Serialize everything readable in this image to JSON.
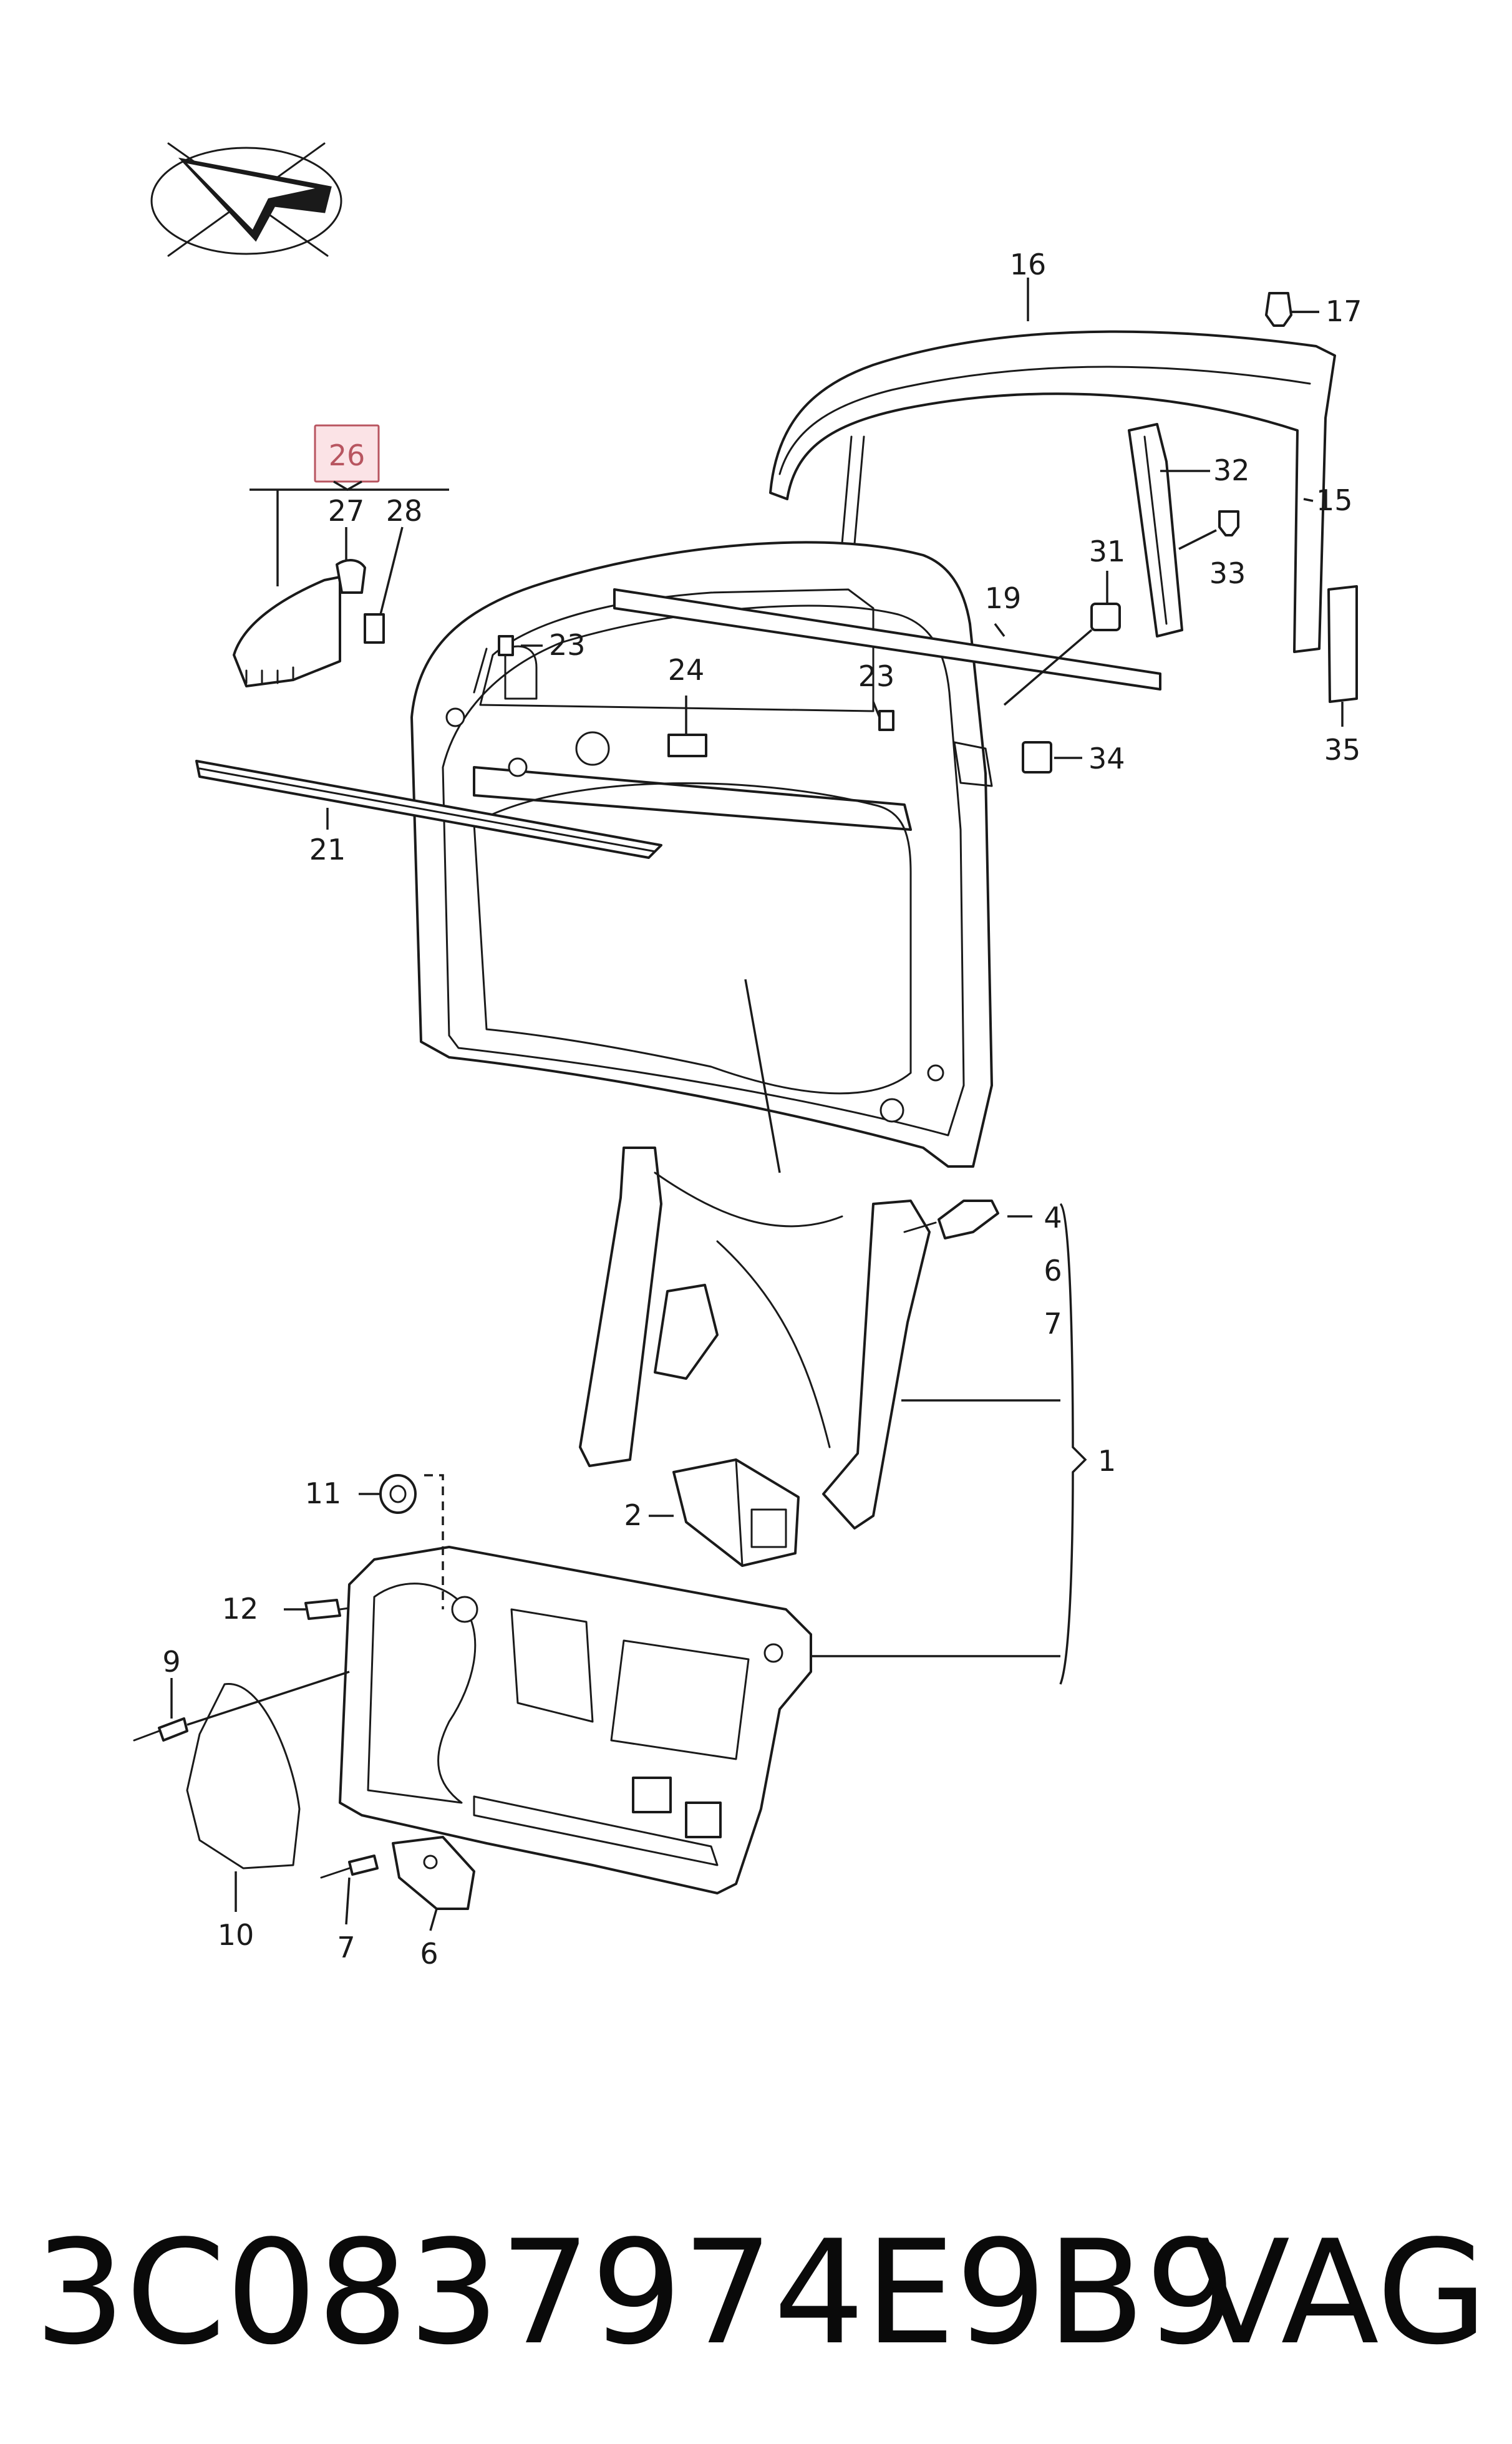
{
  "diagram": {
    "labels": {
      "l1": "1",
      "l2": "2",
      "l4": "4",
      "l6a": "6",
      "l6b": "6",
      "l7a": "7",
      "l7b": "7",
      "l9": "9",
      "l10": "10",
      "l11": "11",
      "l12": "12",
      "l15": "15",
      "l16": "16",
      "l17": "17",
      "l19": "19",
      "l21": "21",
      "l23a": "23",
      "l23b": "23",
      "l24": "24",
      "l26": "26",
      "l27": "27",
      "l28": "28",
      "l31": "31",
      "l32": "32",
      "l33": "33",
      "l34": "34",
      "l35": "35"
    },
    "highlight_color": "#b85560",
    "highlight_fill": "#fbe3e6"
  },
  "footer": {
    "part_number": "3C0837974E9B9",
    "brand": "VAG"
  },
  "icons": {
    "orientation": "direction-arrow-icon"
  }
}
